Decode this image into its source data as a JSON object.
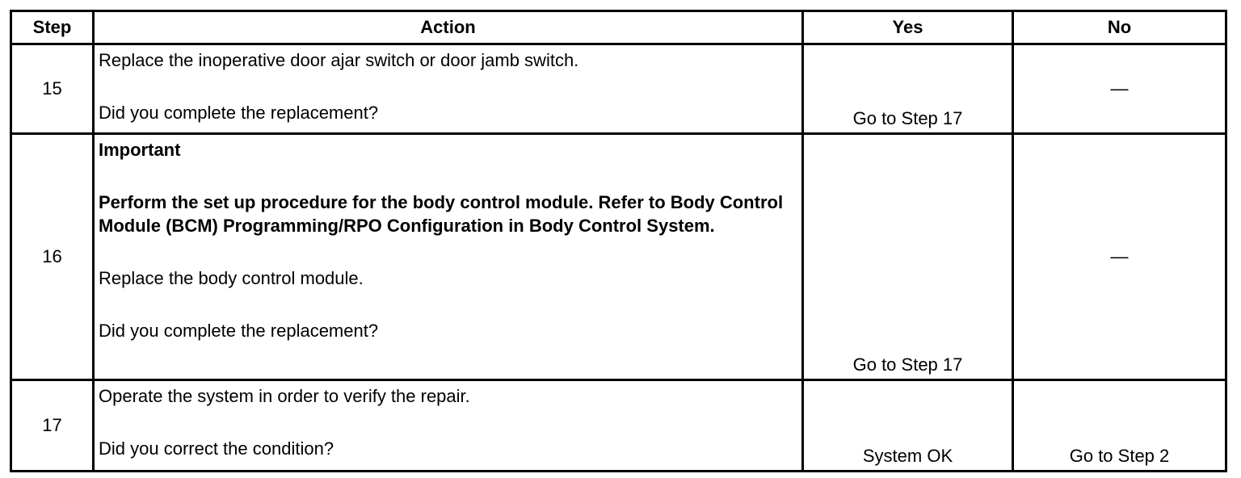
{
  "headers": {
    "step": "Step",
    "action": "Action",
    "yes": "Yes",
    "no": "No"
  },
  "rows": [
    {
      "step": "15",
      "action": [
        "Replace the inoperative door ajar switch or door jamb switch.",
        "Did you complete the replacement?"
      ],
      "yes": "Go to Step 17",
      "no": "—"
    },
    {
      "step": "16",
      "important_label": "Important",
      "important_text": "Perform the set up procedure for the body control module. Refer to Body Control Module (BCM) Programming/RPO Configuration in Body Control System.",
      "action": [
        "Replace the body control module.",
        "Did you complete the replacement?"
      ],
      "yes": "Go to Step 17",
      "no": "—"
    },
    {
      "step": "17",
      "action": [
        "Operate the system in order to verify the repair.",
        "Did you correct the condition?"
      ],
      "yes": "System OK",
      "no": "Go to Step 2"
    }
  ]
}
